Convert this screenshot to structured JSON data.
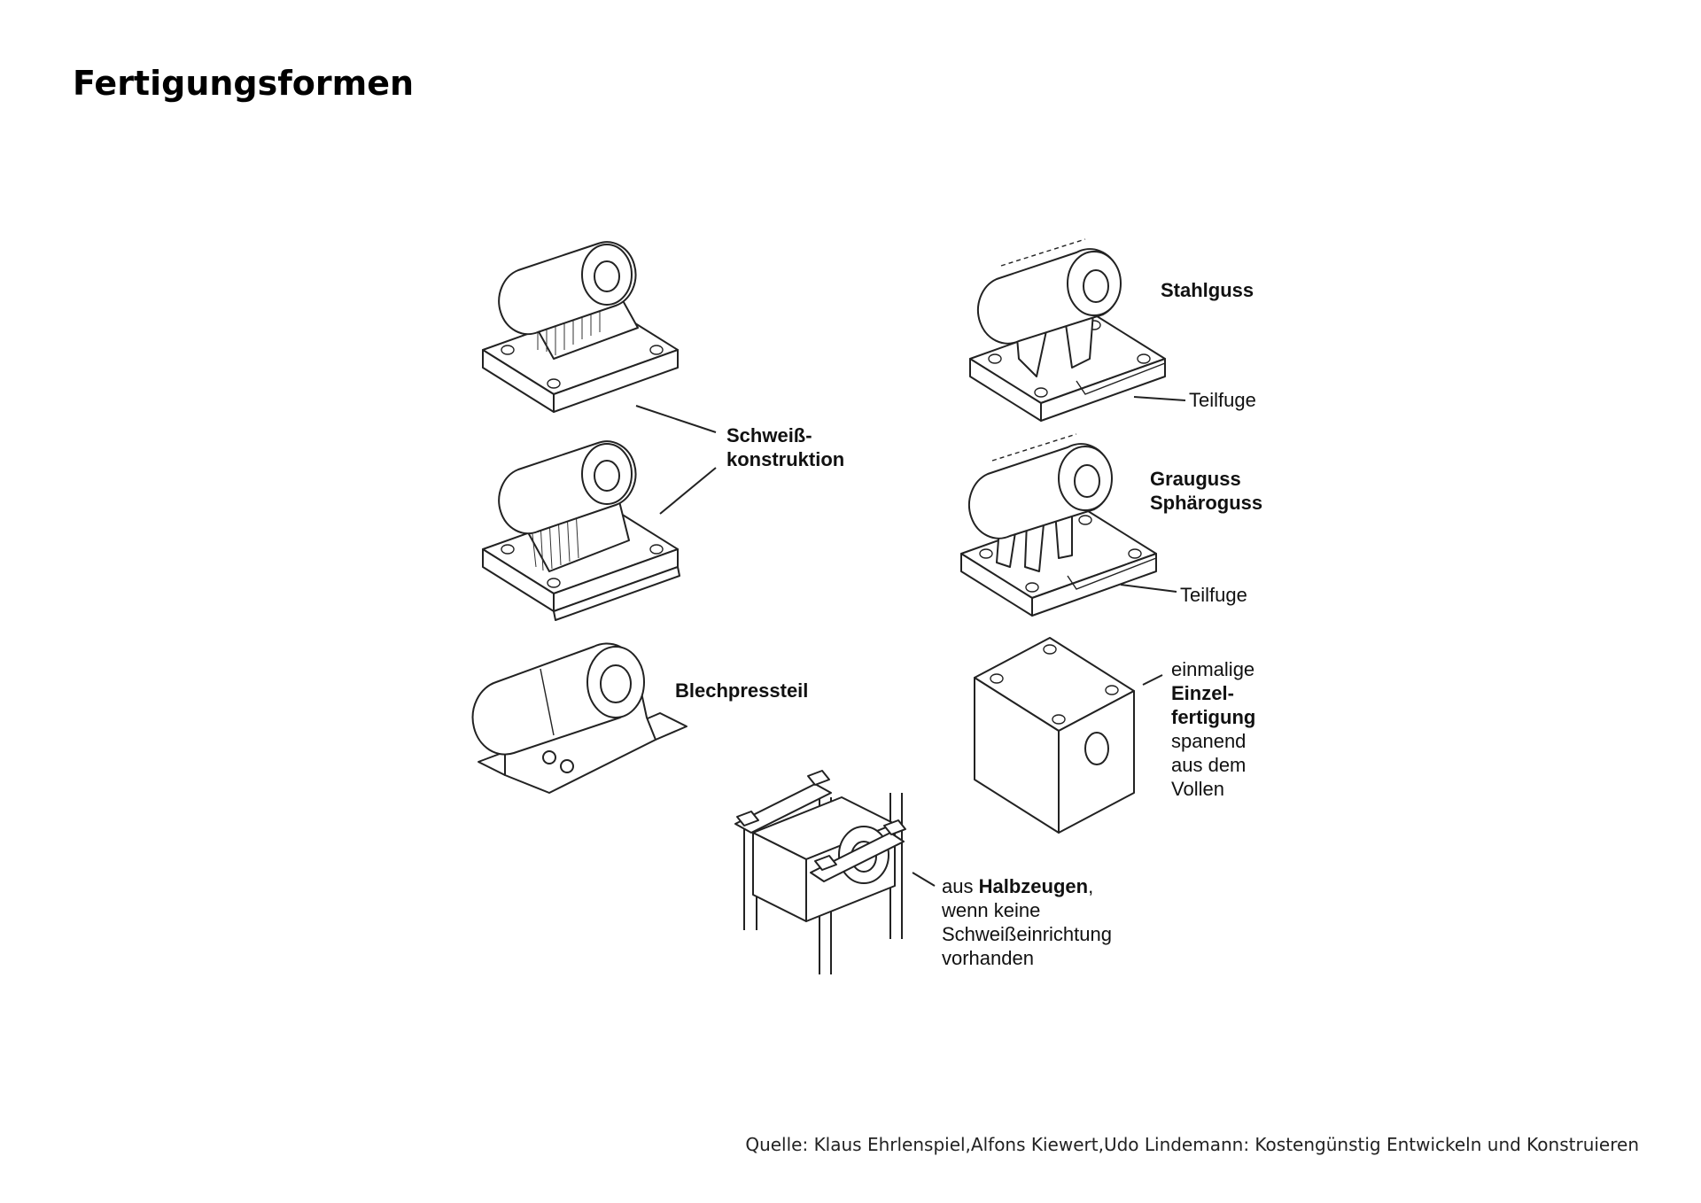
{
  "title": "Fertigungsformen",
  "source": "Quelle: Klaus Ehrlenspiel,Alfons Kiewert,Udo Lindemann: Kostengünstig Entwickeln und Konstruieren",
  "labels": {
    "schweiss": [
      "Schweiß-",
      "konstruktion"
    ],
    "blech": "Blechpressteil",
    "stahlguss": "Stahlguss",
    "teilfuge": "Teilfuge",
    "grauguss": [
      "Grauguss",
      "Sphäroguss"
    ],
    "einzel": {
      "line1": "einmalige",
      "bold1": "Einzel-",
      "bold2": "fertigung",
      "line4": "spanend",
      "line5": "aus dem",
      "line6": "Vollen"
    },
    "halbzeug": {
      "prefix": "aus ",
      "bold": "Halbzeugen",
      "suffix": ",",
      "line2": "wenn keine",
      "line3": "Schweißeinrichtung",
      "line4": "vorhanden"
    }
  }
}
